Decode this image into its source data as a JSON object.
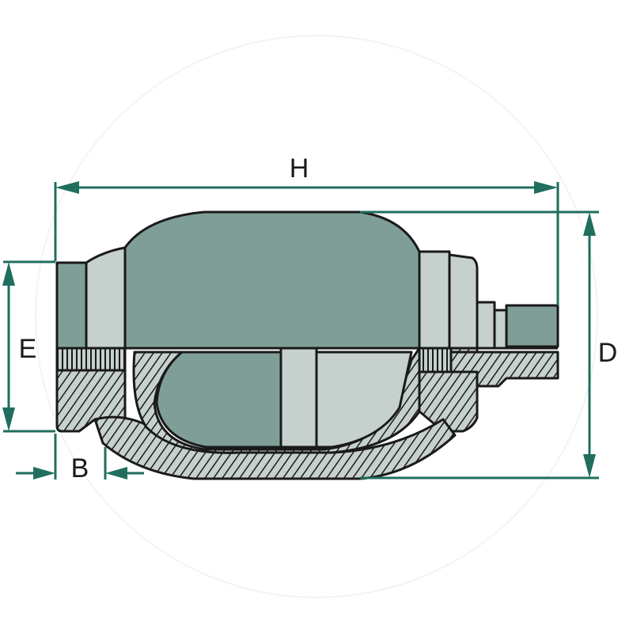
{
  "diagram": {
    "dimension_labels": {
      "overall_length": "H",
      "diameter": "D",
      "thread_height": "E",
      "offset": "B"
    },
    "colors": {
      "dimension_line": "#1f6e5e",
      "body_dark": "#7f9e98",
      "body_light": "#c6d0cd",
      "outline": "#1a1a1a"
    }
  }
}
